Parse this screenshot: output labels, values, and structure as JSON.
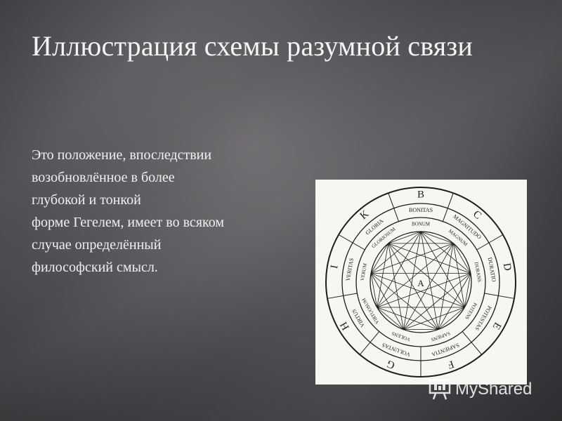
{
  "slide": {
    "title": "Иллюстрация схемы разумной связи",
    "paragraph_lines": [
      "Это положение, впоследствии",
      "возобновлённое в более",
      "глубокой и тонкой",
      "форме Гегелем, имеет во всяком",
      "случае определённый",
      "философский смысл."
    ]
  },
  "diagram": {
    "outer_letters": [
      "B",
      "C",
      "D",
      "E",
      "F",
      "G",
      "H",
      "I",
      "K"
    ],
    "ring_words": [
      "BONITAS",
      "MAGNITUDO",
      "DURATIO",
      "POTESTAS",
      "SAPIENTIA",
      "VOLUNTAS",
      "VIRTUS",
      "VERITAS",
      "GLORIA"
    ],
    "inner_words": [
      "BONUM",
      "MAGNUM",
      "DURANS",
      "POTENS",
      "SAPIENS",
      "VOLENS",
      "VIRTUOSUM",
      "VERUM",
      "GLORIOSUM"
    ],
    "center_letter": "A"
  },
  "watermark": {
    "text": "MyShared"
  }
}
